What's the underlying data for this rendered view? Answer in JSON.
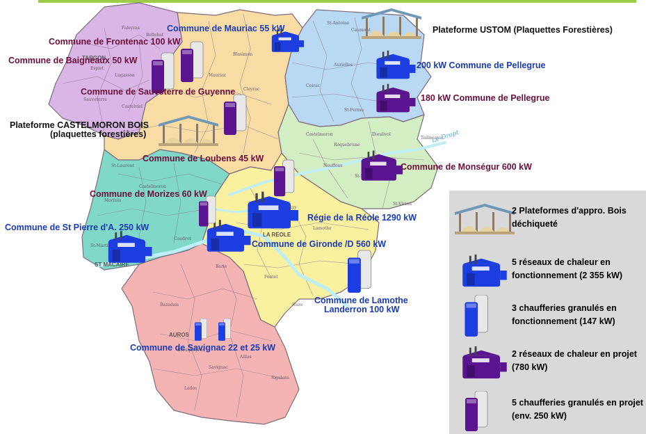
{
  "colors": {
    "network_active": "#1c3de0",
    "network_project": "#5a1490",
    "boiler_active": "#1c3de0",
    "boiler_project": "#5a1490",
    "label_maroon": "#6b0f3a",
    "label_blue": "#1a3bb5",
    "legend_bg": "#d9d9d9",
    "river": "#bfeff5",
    "zone_purple": "#d9b6e6",
    "zone_orange": "#f9dba4",
    "zone_blue": "#b9d8f4",
    "zone_green": "#d4eec4",
    "zone_teal": "#7fd8c8",
    "zone_yellow": "#f9f0a0",
    "zone_pink": "#f4b4b4"
  },
  "map_labels": {
    "mauriac": "Commune de Mauriac 55 kW",
    "frontenac": "Commune de Frontenac 100 kW",
    "baigneaux": "Commune de Baigneaux 50 kW",
    "sauveterre": "Commune de Sauveterre de Guyenne",
    "castelmoron_1": "Plateforme CASTELMORON BOIS",
    "castelmoron_2": "(plaquettes forestières)",
    "ustom": "Plateforme USTOM (Plaquettes Forestières)",
    "pellegrue_200": "200 kW Commune de Pellegrue",
    "pellegrue_180": "180 kW  Commune de Pellegrue",
    "loubens": "Commune de Loubens 45 kW",
    "monsegur": "Commune de Monségur 600 kW",
    "morizes": "Commune de Morizes 60 kW",
    "reole": "Régie de la Réole 1290 kW",
    "st_pierre": "Commune de St Pierre d'A. 250 kW",
    "gironde": "Commune de Gironde /D 560 kW",
    "lamothe_1": "Commune de Lamothe",
    "lamothe_2": "Landerron 100 kW",
    "savignac": "Commune de Savignac 22 et 25 kW"
  },
  "map_places": {
    "targon": "TARGON",
    "la_reole": "LA REOLE",
    "auros": "AUROS",
    "st_macaire": "ST MACAIRE",
    "le_dropt": "Le Dropt"
  },
  "legend": {
    "item1": "2 Plateformes d'appro. Bois déchiqueté",
    "item2": "5 réseaux de chaleur en fonctionnement (2 355 kW)",
    "item3": "3 chaufferies granulés en fonctionnement  (147 kW)",
    "item4": "2 réseaux de chaleur en projet  (780 kW)",
    "item5": "5 chaufferies granulés en projet (env. 250 kW)"
  }
}
